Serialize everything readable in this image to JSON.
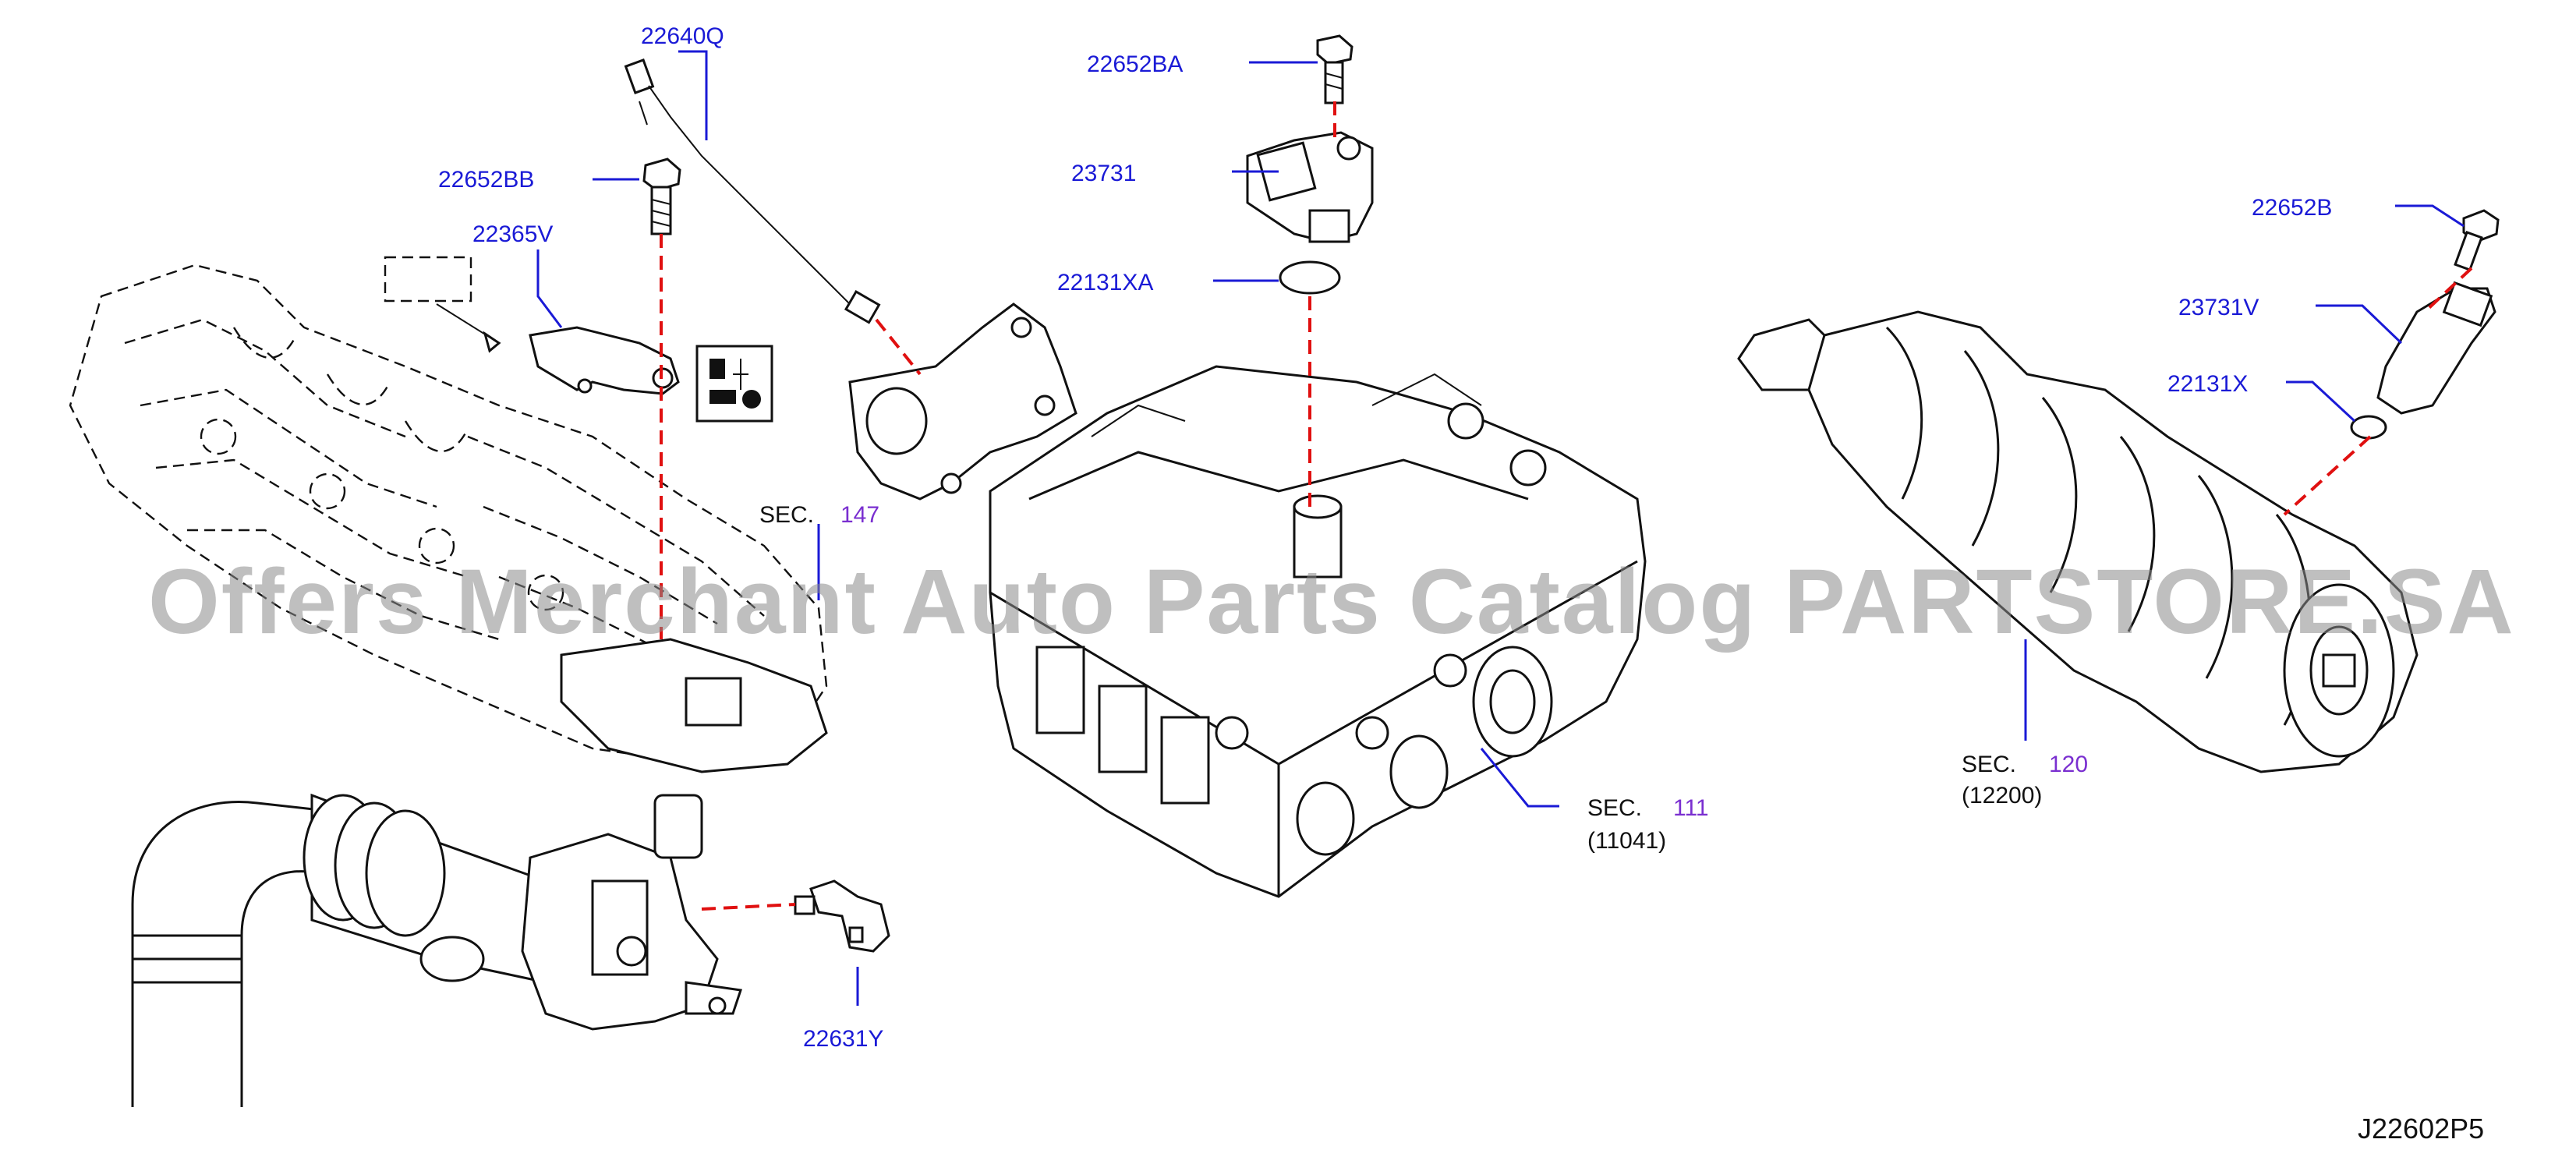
{
  "parts": [
    {
      "id": "22640Q",
      "name": "part-22640q"
    },
    {
      "id": "22652BB",
      "name": "part-22652bb"
    },
    {
      "id": "22365V",
      "name": "part-22365v"
    },
    {
      "id": "22652BA",
      "name": "part-22652ba"
    },
    {
      "id": "23731",
      "name": "part-23731"
    },
    {
      "id": "22131XA",
      "name": "part-22131xa"
    },
    {
      "id": "22652B",
      "name": "part-22652b"
    },
    {
      "id": "23731V",
      "name": "part-23731v"
    },
    {
      "id": "22131X",
      "name": "part-22131x"
    },
    {
      "id": "22631Y",
      "name": "part-22631y"
    }
  ],
  "sections": [
    {
      "prefix": "SEC.",
      "number": "147",
      "sub": ""
    },
    {
      "prefix": "SEC.",
      "number": "111",
      "sub": "(11041)"
    },
    {
      "prefix": "SEC.",
      "number": "120",
      "sub": "(12200)"
    }
  ],
  "watermark": "Offers Merchant Auto Parts Catalog PARTSTORE.SA",
  "diagram_ref": "J22602P5",
  "colors": {
    "label": "#1a1ad6",
    "section_number": "#7a2fd0",
    "dashed_line": "#e01010",
    "outline": "#111111",
    "watermark": "#8a8a8a"
  }
}
